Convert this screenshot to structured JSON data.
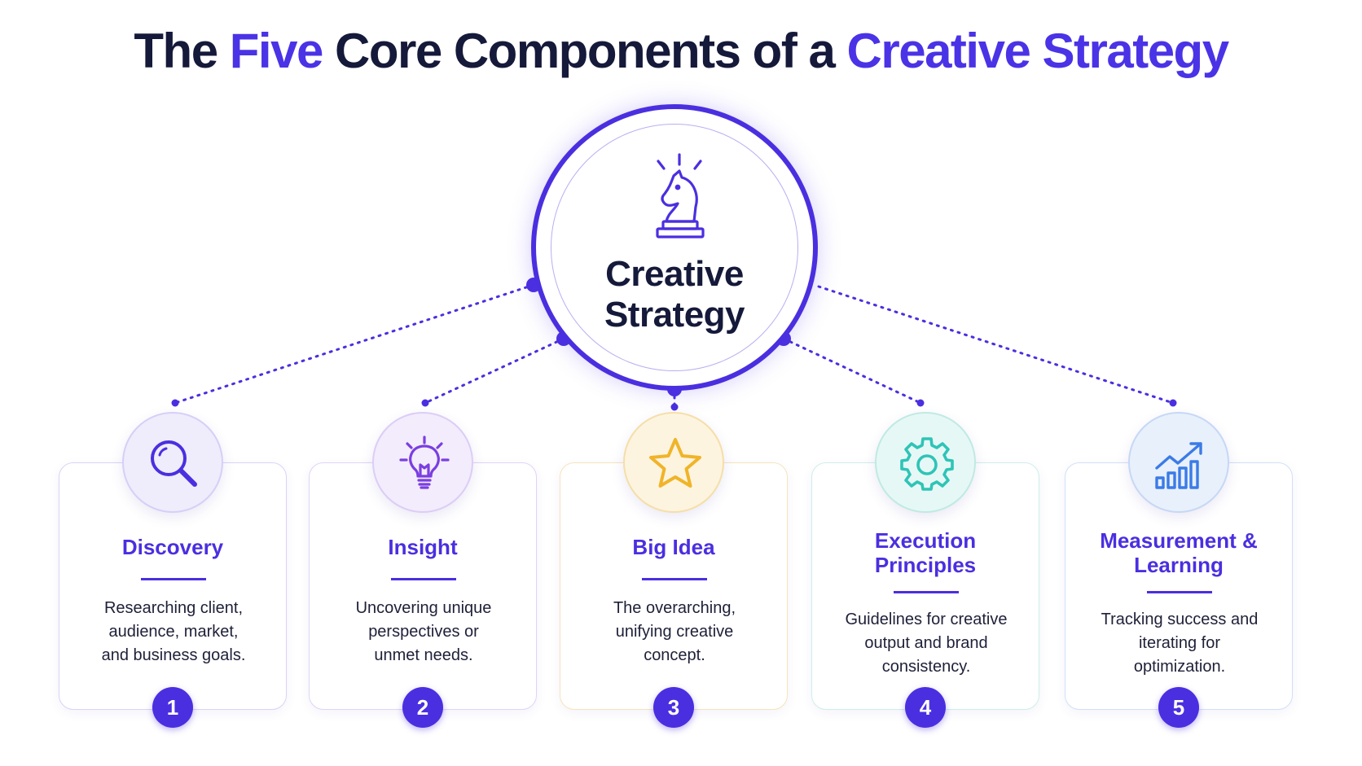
{
  "title": {
    "part1": "The ",
    "accent1": "Five",
    "part2": " Core Components of a ",
    "accent2": "Creative Strategy"
  },
  "hub": {
    "line1": "Creative",
    "line2": "Strategy",
    "icon": "chess-knight-icon"
  },
  "components": [
    {
      "title_line1": "Discovery",
      "title_line2": "",
      "description": [
        "Researching client,",
        "audience, market,",
        "and business goals."
      ],
      "number": "1",
      "icon": "magnifier-icon",
      "color": "#4a2fe0"
    },
    {
      "title_line1": "Insight",
      "title_line2": "",
      "description": [
        "Uncovering unique",
        "perspectives or",
        "unmet needs."
      ],
      "number": "2",
      "icon": "lightbulb-icon",
      "color": "#7a3ee0"
    },
    {
      "title_line1": "Big Idea",
      "title_line2": "",
      "description": [
        "The overarching,",
        "unifying creative",
        "concept."
      ],
      "number": "3",
      "icon": "star-icon",
      "color": "#f0b429"
    },
    {
      "title_line1": "Execution",
      "title_line2": "Principles",
      "description": [
        "Guidelines for creative",
        "output and brand",
        "consistency."
      ],
      "number": "4",
      "icon": "gear-icon",
      "color": "#2ec4b6"
    },
    {
      "title_line1": "Measurement &",
      "title_line2": "Learning",
      "description": [
        "Tracking success and",
        "iterating for",
        "optimization."
      ],
      "number": "5",
      "icon": "growth-chart-icon",
      "color": "#3b7be6"
    }
  ],
  "colors": {
    "primary": "#4a2fe0",
    "heading": "#15193a"
  }
}
